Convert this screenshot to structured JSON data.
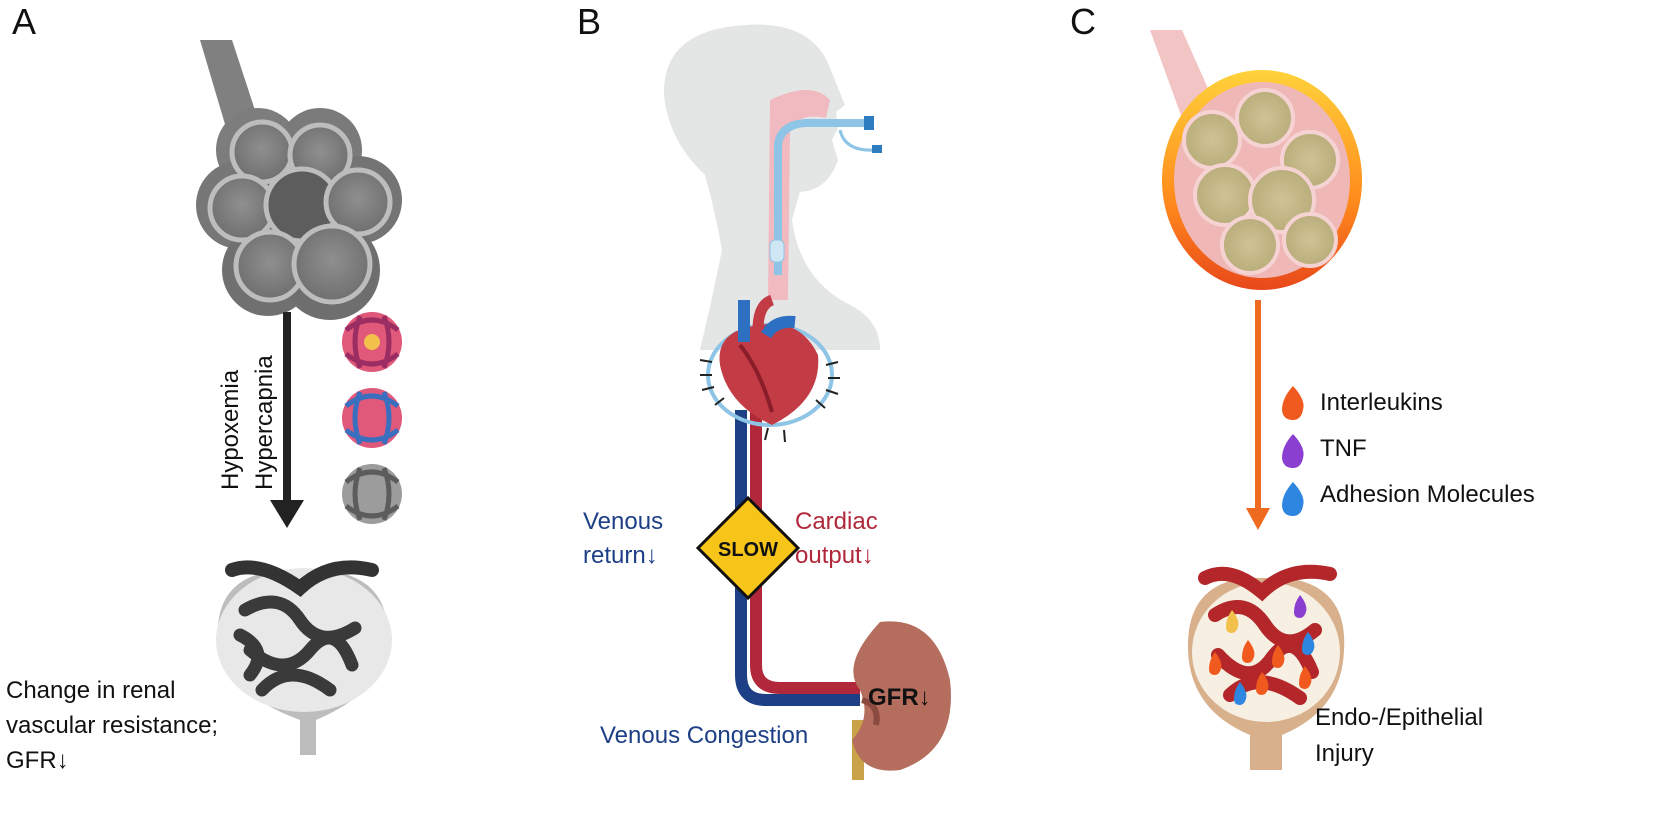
{
  "panels": {
    "a": {
      "letter": "A",
      "arrow_labels": [
        "Hypoxemia",
        "Hypercapnia"
      ],
      "caption_lines": [
        "Change in renal",
        "vascular resistance;",
        "GFR↓"
      ]
    },
    "b": {
      "letter": "B",
      "sign_text": "SLOW",
      "venous_return_lines": [
        "Venous",
        "return↓"
      ],
      "cardiac_output_lines": [
        "Cardiac",
        "output↓"
      ],
      "congestion_label": "Venous Congestion",
      "gfr_label": "GFR↓"
    },
    "c": {
      "letter": "C",
      "legend": [
        {
          "label": "Interleukins",
          "icon": "flame-orange-icon",
          "color": "#f05a1e"
        },
        {
          "label": "TNF",
          "icon": "flame-purple-icon",
          "color": "#8a3fd0"
        },
        {
          "label": "Adhesion Molecules",
          "icon": "flame-blue-icon",
          "color": "#2f86e0"
        }
      ],
      "caption_lines": [
        "Endo-/Epithelial",
        "Injury"
      ]
    }
  },
  "colors": {
    "venous": "#1d3f86",
    "arterial": "#b0283a",
    "arrow_dark": "#222222",
    "arrow_orange": "#ee6a1f",
    "slow_sign": "#f7c51a",
    "kidney": "#b56d5e",
    "glomerulus_red": "#b3272b"
  }
}
